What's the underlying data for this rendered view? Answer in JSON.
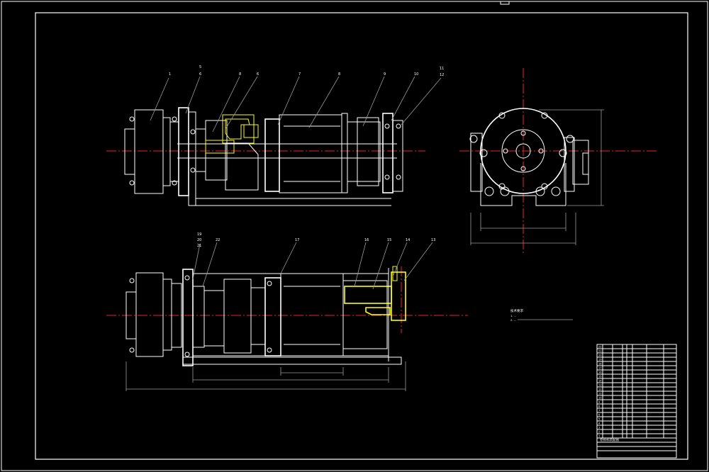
{
  "drawing": {
    "line_colors": {
      "outline": "#ffffff",
      "center_line": "#e8262a",
      "section": "#ffff00"
    },
    "top_view_balloons": [
      "1",
      "5",
      "6",
      "8",
      "6",
      "7",
      "8",
      "9",
      "10",
      "11",
      "12"
    ],
    "front_view_balloons": [
      "19",
      "20",
      "21",
      "22",
      "17",
      "16",
      "15",
      "14",
      "13"
    ],
    "note_title": "技术要求",
    "note_lines": [
      "1. ...",
      "2. ..."
    ]
  },
  "title_block": {
    "rows": [
      "22",
      "21",
      "20",
      "19",
      "18",
      "17",
      "16",
      "15",
      "14",
      "13",
      "12",
      "11",
      "10",
      "9",
      "8",
      "7",
      "6",
      "5",
      "4",
      "3",
      "2",
      "1"
    ],
    "footer_title": "卷扬机装配图"
  }
}
